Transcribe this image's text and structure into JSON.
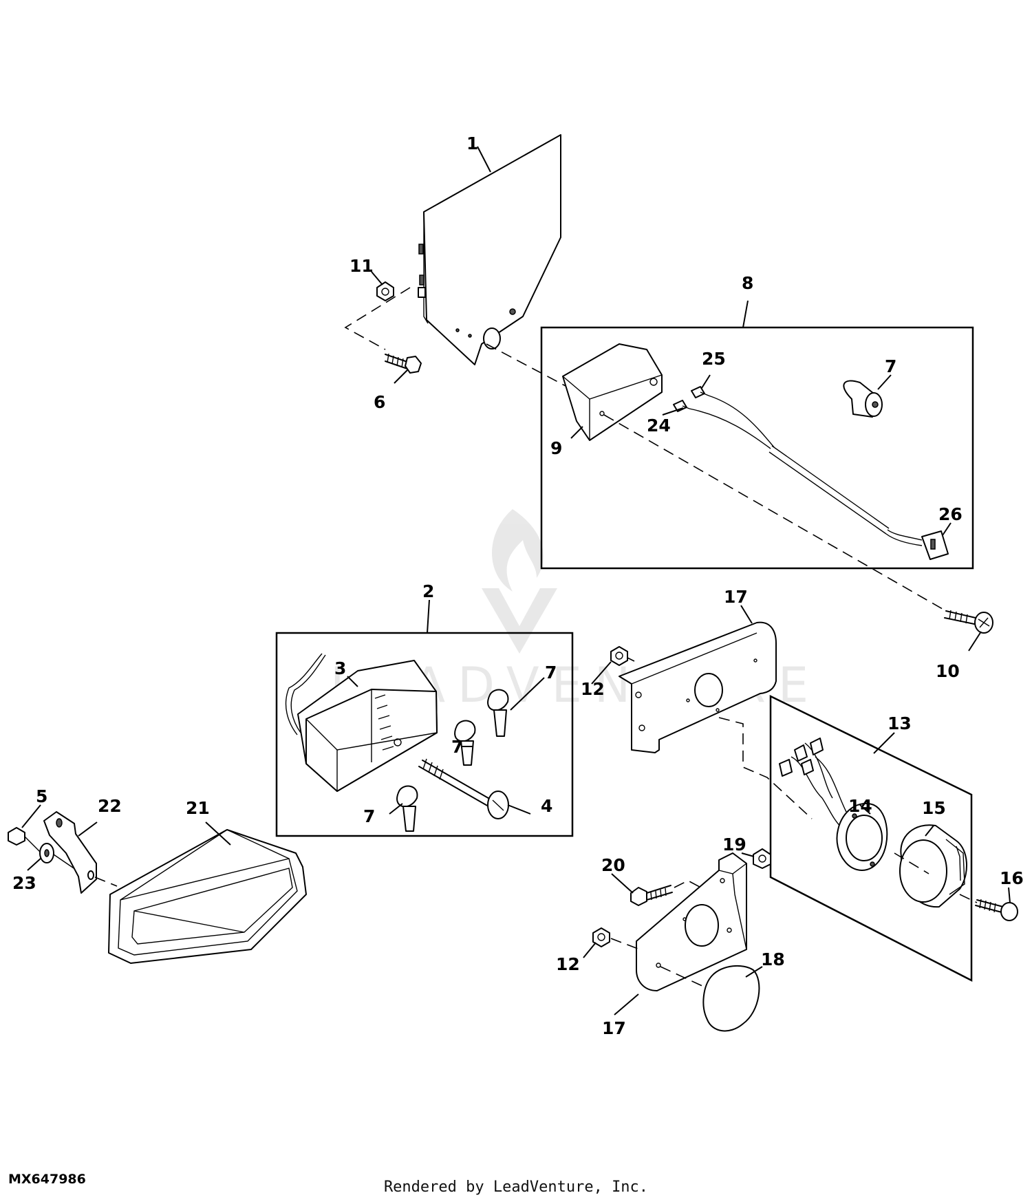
{
  "diagram_id": "MX647986",
  "footer": "Rendered by LeadVenture, Inc.",
  "watermark": "LEADVENTURE",
  "callouts": {
    "c1": "1",
    "c2": "2",
    "c3": "3",
    "c4": "4",
    "c5": "5",
    "c6": "6",
    "c7a": "7",
    "c7b": "7",
    "c7c": "7",
    "c7d": "7",
    "c8": "8",
    "c9": "9",
    "c10": "10",
    "c11": "11",
    "c12a": "12",
    "c12b": "12",
    "c13": "13",
    "c14": "14",
    "c15": "15",
    "c16": "16",
    "c17a": "17",
    "c17b": "17",
    "c18": "18",
    "c19": "19",
    "c20": "20",
    "c21": "21",
    "c22": "22",
    "c23": "23",
    "c24": "24",
    "c25": "25",
    "c26": "26"
  }
}
